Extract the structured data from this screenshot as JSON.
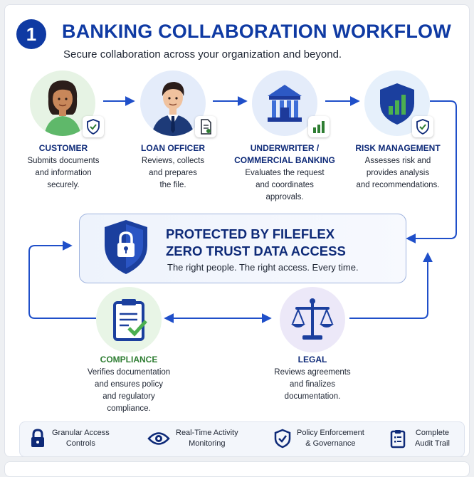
{
  "header": {
    "step_number": "1",
    "title": "BANKING COLLABORATION WORKFLOW",
    "subtitle": "Secure collaboration across your organization and beyond."
  },
  "roles": [
    {
      "title": "CUSTOMER",
      "desc": [
        "Submits documents",
        "and information",
        "securely."
      ]
    },
    {
      "title": "LOAN OFFICER",
      "desc": [
        "Reviews, collects",
        "and prepares",
        "the file."
      ]
    },
    {
      "title": [
        "UNDERWRITER /",
        "COMMERCIAL BANKING"
      ],
      "desc": [
        "Evaluates the request",
        "and coordinates",
        "approvals."
      ]
    },
    {
      "title": "RISK MANAGEMENT",
      "desc": [
        "Assesses risk and",
        "provides analysis",
        "and recommendations."
      ]
    },
    {
      "title": "COMPLIANCE",
      "desc": [
        "Verifies documentation",
        "and ensures policy",
        "and regulatory",
        "compliance."
      ]
    },
    {
      "title": "LEGAL",
      "desc": [
        "Reviews agreements",
        "and finalizes",
        "documentation."
      ]
    }
  ],
  "center": {
    "title_line1": "PROTECTED BY FILEFLEX",
    "title_line2": "ZERO TRUST DATA ACCESS",
    "tagline": "The right people. The right access. Every time."
  },
  "features": [
    {
      "icon": "lock-icon",
      "lines": [
        "Granular Access",
        "Controls"
      ]
    },
    {
      "icon": "eye-icon",
      "lines": [
        "Real-Time Activity",
        "Monitoring"
      ]
    },
    {
      "icon": "shield-check-icon",
      "lines": [
        "Policy Enforcement",
        "& Governance"
      ]
    },
    {
      "icon": "clipboard-list-icon",
      "lines": [
        "Complete",
        "Audit Trail"
      ]
    }
  ],
  "colors": {
    "brand_blue": "#0f3aa3",
    "navy": "#0e2a78",
    "arrow": "#1f4fc9",
    "green": "#2e7d32"
  }
}
